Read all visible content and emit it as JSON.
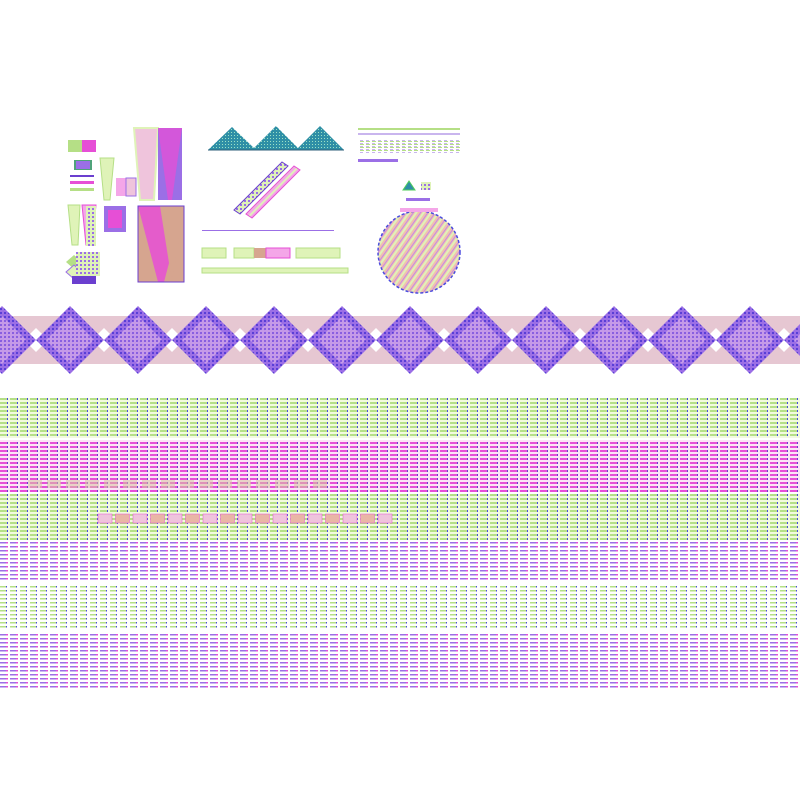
{
  "palette": {
    "lime": "#dff3b8",
    "lime_dark": "#b5df86",
    "pink": "#f4a6e8",
    "magenta": "#e64fd6",
    "violet": "#9b6fe6",
    "violet_dark": "#6b3fcf",
    "blue": "#4a4adf",
    "teal": "#2f8fa6",
    "tan": "#d6a58f",
    "rose": "#efc4dc",
    "salmon": "#e9b6a6",
    "green": "#4fcf5a"
  },
  "icons": {
    "triangle_row": "mountain-triangle-icon",
    "small_glyphs": "tiny-triangle-icon",
    "circle": "hatched-circle-icon"
  },
  "sections": {
    "sprite_sheet": "sprite-sheet-top",
    "diamond_band": "diamond-pattern-band",
    "stripe_field": "striped-texture-field"
  }
}
